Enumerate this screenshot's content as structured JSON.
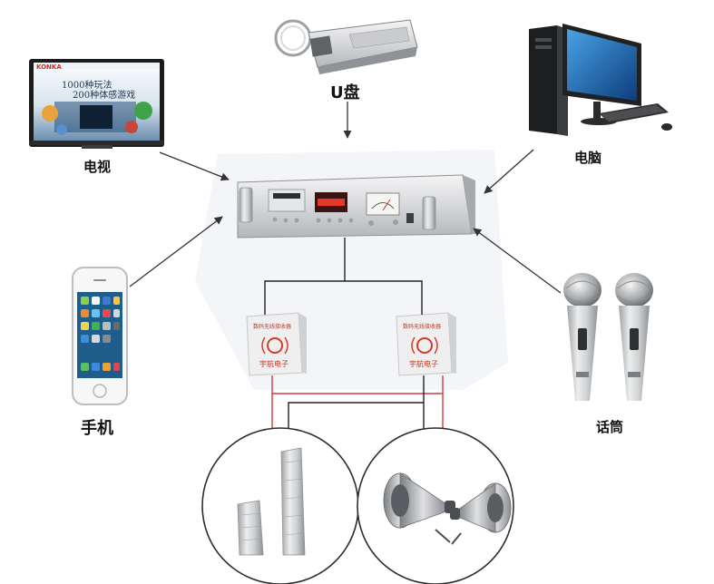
{
  "labels": {
    "usb": "U盘",
    "tv": "电视",
    "pc": "电脑",
    "phone": "手机",
    "mic": "话筒"
  },
  "tv": {
    "brand": "KONKA",
    "headline_1": "1000种玩法",
    "headline_2": "200种体感游戏"
  },
  "receivers": {
    "title": "数码无线接收器",
    "maker": "宇航电子"
  },
  "colors": {
    "wire_red": "#d23a3a",
    "wire_black": "#222222",
    "arrow": "#333333",
    "silver": "#d9dadc"
  }
}
